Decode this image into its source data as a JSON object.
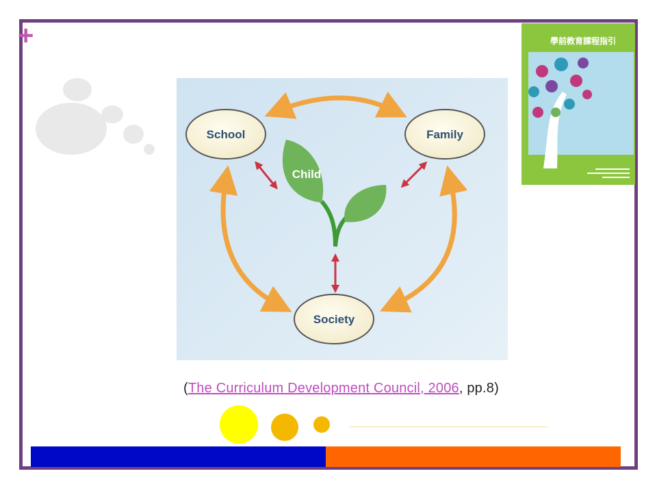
{
  "slide": {
    "plus_symbol": "+",
    "colors": {
      "frame": "#6f3f80",
      "plus": "#c058b0",
      "bar_blue": "#0008c8",
      "bar_orange": "#ff6600",
      "arrow_orange": "#f0a540",
      "arrow_red": "#cc3344",
      "leaf_green": "#6fb35a"
    }
  },
  "diagram": {
    "nodes": {
      "school": "School",
      "family": "Family",
      "society": "Society",
      "child": "Child"
    }
  },
  "book": {
    "title": "學前教育課程指引"
  },
  "citation": {
    "open": "(",
    "link_text": "The Curriculum Development Council, 2006",
    "rest": ", pp.8)"
  }
}
